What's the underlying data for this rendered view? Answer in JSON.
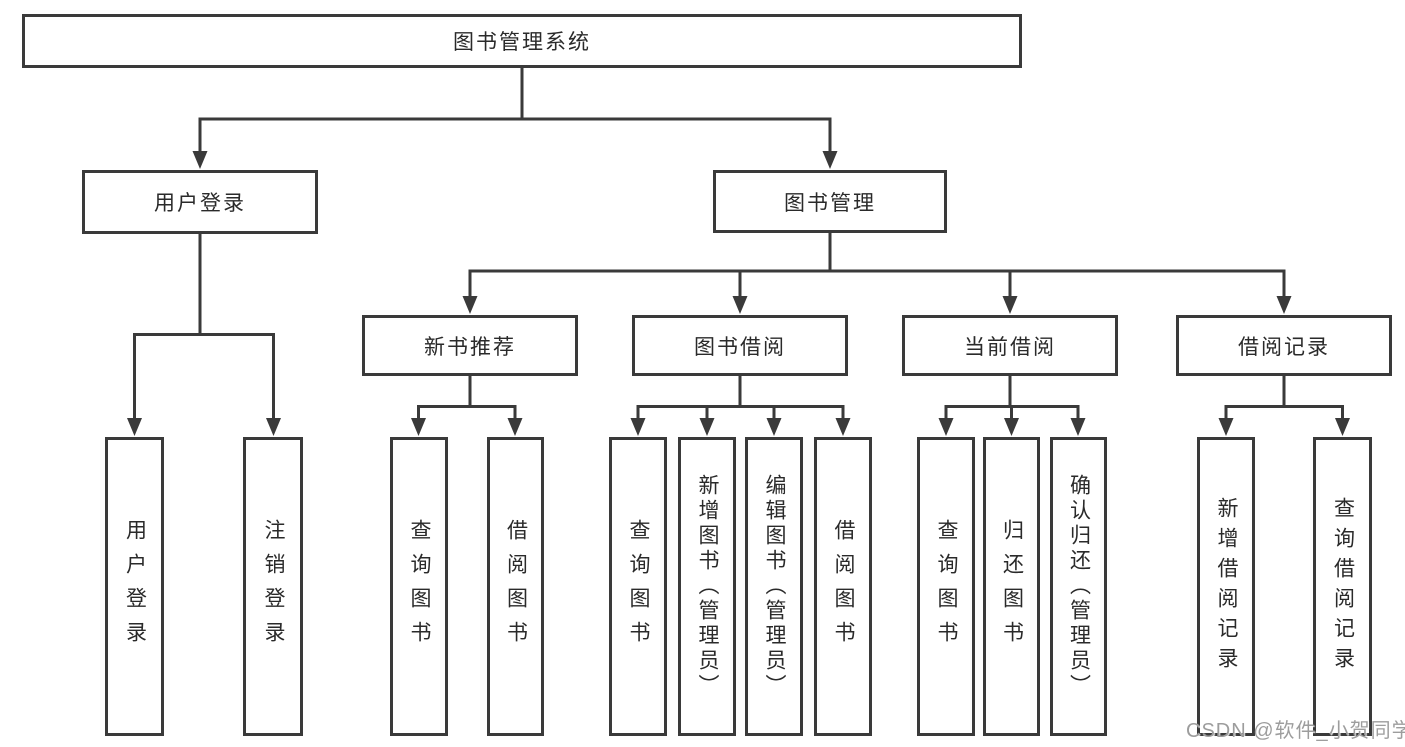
{
  "diagram": {
    "root": {
      "label": "图书管理系统"
    },
    "level2": [
      {
        "label": "用户登录"
      },
      {
        "label": "图书管理"
      }
    ],
    "level3": [
      {
        "label": "新书推荐"
      },
      {
        "label": "图书借阅"
      },
      {
        "label": "当前借阅"
      },
      {
        "label": "借阅记录"
      }
    ],
    "leaves": [
      {
        "label": "用户登录"
      },
      {
        "label": "注销登录"
      },
      {
        "label": "查询图书"
      },
      {
        "label": "借阅图书"
      },
      {
        "label": "查询图书"
      },
      {
        "label": "新增图书（管理员）"
      },
      {
        "label": "编辑图书（管理员）"
      },
      {
        "label": "借阅图书"
      },
      {
        "label": "查询图书"
      },
      {
        "label": "归还图书"
      },
      {
        "label": "确认归还（管理员）"
      },
      {
        "label": "新增借阅记录"
      },
      {
        "label": "查询借阅记录"
      }
    ],
    "colors": {
      "line": "#3a3a3a",
      "text": "#2a2a2a",
      "watermark": "#9d9d9d"
    },
    "watermark": "CSDN @软件_小贺同学"
  }
}
